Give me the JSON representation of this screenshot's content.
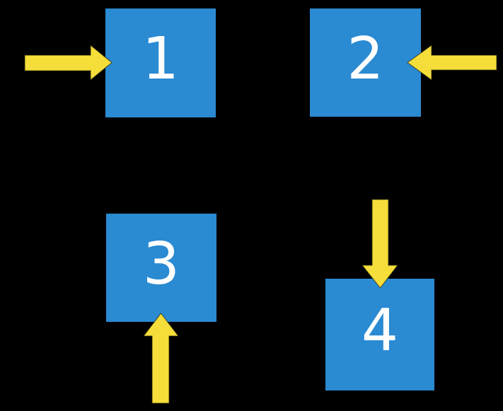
{
  "diagram": {
    "title": "numbered squares with directional arrows",
    "colors": {
      "background": "#000000",
      "square": "#2A8AD2",
      "arrow": "#F5DE39",
      "label": "#FFFFFF"
    },
    "squares": [
      {
        "label": "1",
        "arrow_direction": "right",
        "arrow_side": "left",
        "position": "top-left"
      },
      {
        "label": "2",
        "arrow_direction": "left",
        "arrow_side": "right",
        "position": "top-right"
      },
      {
        "label": "3",
        "arrow_direction": "up",
        "arrow_side": "bottom",
        "position": "bottom-left"
      },
      {
        "label": "4",
        "arrow_direction": "down",
        "arrow_side": "top",
        "position": "bottom-right"
      }
    ]
  }
}
